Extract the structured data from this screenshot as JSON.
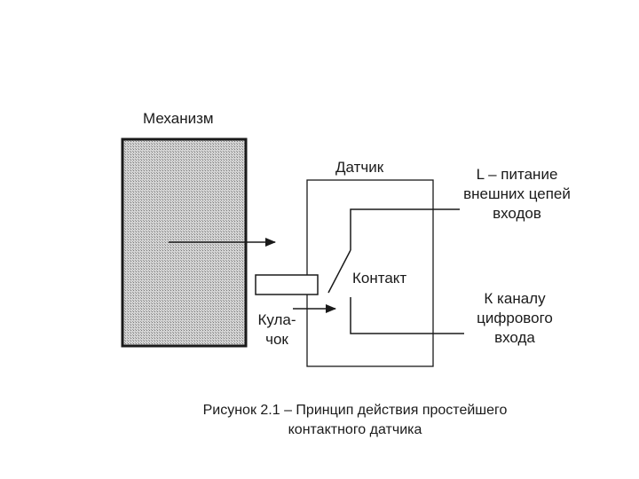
{
  "diagram": {
    "mechanism_label": "Механизм",
    "sensor_label": "Датчик",
    "power_label_line1": "L – питание",
    "power_label_line2": "внешних цепей",
    "power_label_line3": "входов",
    "contact_label": "Контакт",
    "channel_label_line1": "К каналу",
    "channel_label_line2": "цифрового",
    "channel_label_line3": "входа",
    "cam_label_line1": "Кула-",
    "cam_label_line2": "чок",
    "caption_line1": "Рисунок 2.1 – Принцип действия простейшего",
    "caption_line2": "контактного датчика",
    "colors": {
      "stroke": "#1a1a1a",
      "hatch_fill": "#cfcfcf",
      "background": "#ffffff"
    }
  }
}
